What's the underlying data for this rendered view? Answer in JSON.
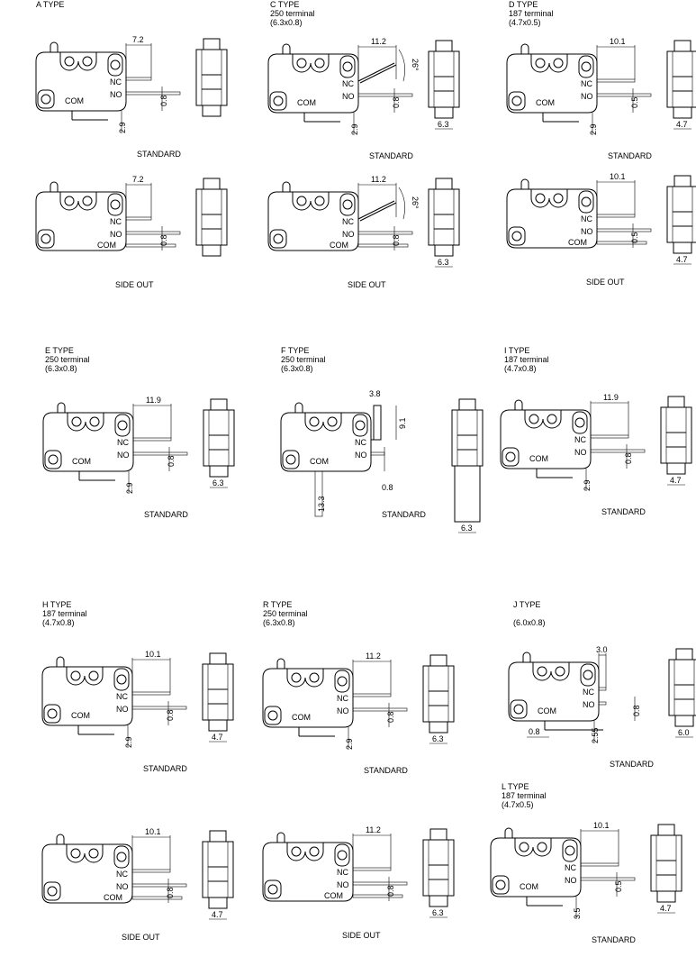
{
  "labels": {
    "nc": "NC",
    "no": "NO",
    "com": "COM"
  },
  "panels": [
    {
      "id": "a-standard",
      "title": [
        "A TYPE"
      ],
      "caption": "STANDARD",
      "style": "standard",
      "top": "7.2",
      "thick": "0.8",
      "bottom": "2.9"
    },
    {
      "id": "c-standard",
      "title": [
        "C TYPE",
        "250 terminal",
        "(6.3x0.8)"
      ],
      "caption": "STANDARD",
      "style": "standard",
      "top": "11.2",
      "angle": "26°",
      "thick": "0.8",
      "bottom": "2.9",
      "side": "6.3"
    },
    {
      "id": "d-standard",
      "title": [
        "D TYPE",
        "187 terminal",
        "(4.7x0.5)"
      ],
      "caption": "STANDARD",
      "style": "standard",
      "top": "10.1",
      "thick": "0.5",
      "bottom": "2.9",
      "side": "4.7"
    },
    {
      "id": "a-side-out",
      "title": [],
      "caption": "SIDE OUT",
      "style": "side",
      "top": "7.2",
      "thick": "0.8"
    },
    {
      "id": "c-side-out",
      "title": [],
      "caption": "SIDE OUT",
      "style": "side",
      "top": "11.2",
      "angle": "26°",
      "thick": "0.8",
      "side": "6.3"
    },
    {
      "id": "d-side-out",
      "title": [],
      "caption": "SIDE OUT",
      "style": "side",
      "top": "10.1",
      "thick": "0.5",
      "side": "4.7"
    },
    {
      "id": "e-standard",
      "title": [
        "E TYPE",
        "250 terminal",
        "(6.3x0.8)"
      ],
      "caption": "STANDARD",
      "style": "standard",
      "top": "11.9",
      "thick": "0.8",
      "bottom": "2.9",
      "side": "6.3"
    },
    {
      "id": "f-standard",
      "title": [
        "F TYPE",
        "250 terminal",
        "(6.3x0.8)"
      ],
      "caption": "STANDARD",
      "style": "f",
      "top": "3.8",
      "right": "9.1",
      "thick": "0.8",
      "bottom": "13.3",
      "side": "6.3"
    },
    {
      "id": "i-standard",
      "title": [
        "I TYPE",
        "187 terminal",
        "(4.7x0.8)"
      ],
      "caption": "STANDARD",
      "style": "standard",
      "top": "11.9",
      "thick": "0.8",
      "bottom": "2.9",
      "side": "4.7"
    },
    {
      "id": "h-standard",
      "title": [
        "H TYPE",
        "187 terminal",
        "(4.7x0.8)"
      ],
      "caption": "STANDARD",
      "style": "standard",
      "top": "10.1",
      "thick": "0.8",
      "bottom": "2.9",
      "side": "4.7"
    },
    {
      "id": "r-standard",
      "title": [
        "R TYPE",
        "250 terminal",
        "(6.3x0.8)"
      ],
      "caption": "STANDARD",
      "style": "standard",
      "top": "11.2",
      "thick": "0.8",
      "bottom": "2.9",
      "side": "6.3"
    },
    {
      "id": "j-standard",
      "title": [
        "J TYPE",
        "",
        "(6.0x0.8)"
      ],
      "caption": "STANDARD",
      "style": "j",
      "top": "3.0",
      "thick": "0.8",
      "bottom": "2.55",
      "left": "0.8",
      "side": "6.0"
    },
    {
      "id": "h-side-out",
      "title": [],
      "caption": "SIDE OUT",
      "style": "side",
      "top": "10.1",
      "thick": "0.8",
      "side": "4.7"
    },
    {
      "id": "r-side-out",
      "title": [],
      "caption": "SIDE OUT",
      "style": "side",
      "top": "11.2",
      "thick": "0.8",
      "side": "6.3"
    },
    {
      "id": "l-standard",
      "title": [
        "L TYPE",
        "187 terminal",
        "(4.7x0.5)"
      ],
      "caption": "STANDARD",
      "style": "standard",
      "top": "10.1",
      "thick": "0.5",
      "bottom": "3.5",
      "side": "4.7"
    }
  ]
}
